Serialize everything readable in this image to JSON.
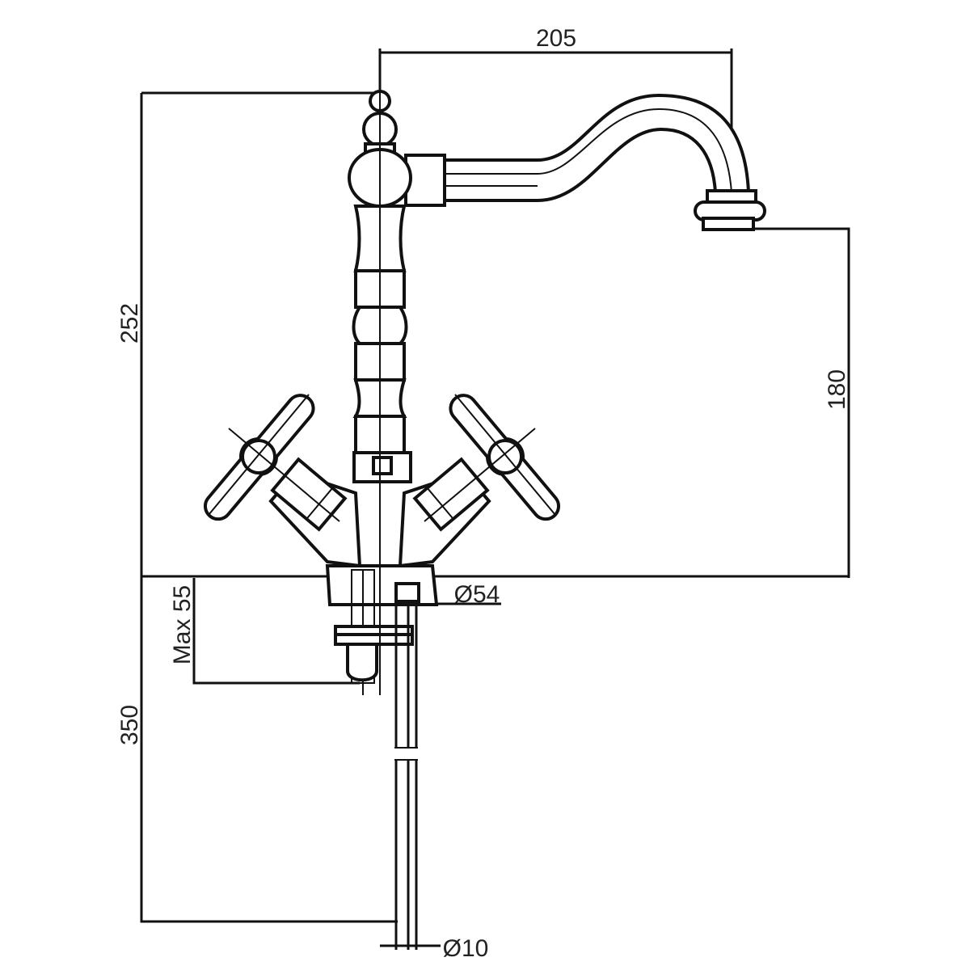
{
  "title": "Faucet technical dimension drawing",
  "dimensions": {
    "spout_reach": "205",
    "total_height": "252",
    "spout_height": "180",
    "max_counter_thickness": "Max 55",
    "hose_length": "350",
    "base_diameter": "Ø54",
    "hose_diameter": "Ø10"
  },
  "colors": {
    "line": "#111111",
    "background": "#ffffff"
  }
}
